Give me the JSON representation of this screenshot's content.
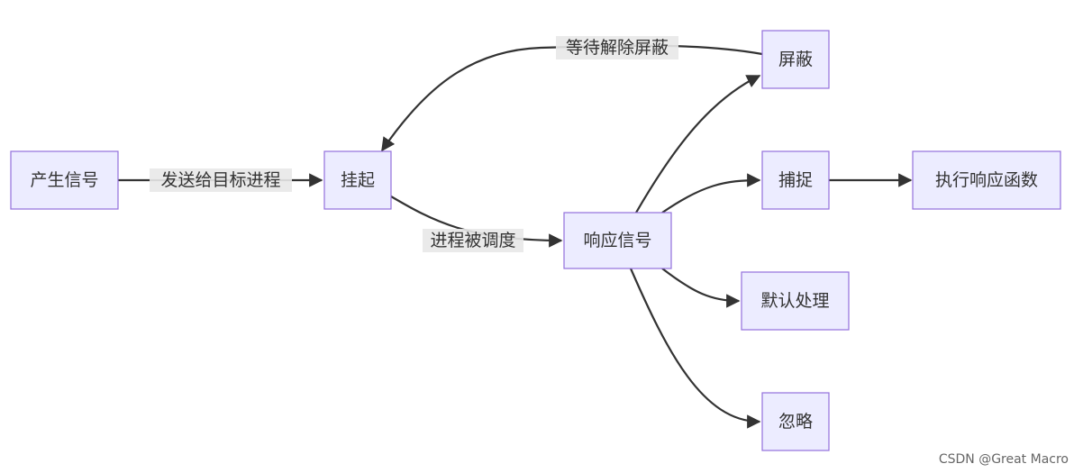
{
  "nodes": {
    "produce": "产生信号",
    "suspend": "挂起",
    "respond": "响应信号",
    "block": "屏蔽",
    "capture": "捕捉",
    "execute": "执行响应函数",
    "default": "默认处理",
    "ignore": "忽略"
  },
  "edges": {
    "send": "发送给目标进程",
    "scheduled": "进程被调度",
    "wait_unblock": "等待解除屏蔽"
  },
  "watermark": "CSDN @Great Macro",
  "colors": {
    "node_fill": "#ececff",
    "node_stroke": "#9370db",
    "edge": "#333333",
    "edge_label_bg": "#e8e8e8"
  }
}
